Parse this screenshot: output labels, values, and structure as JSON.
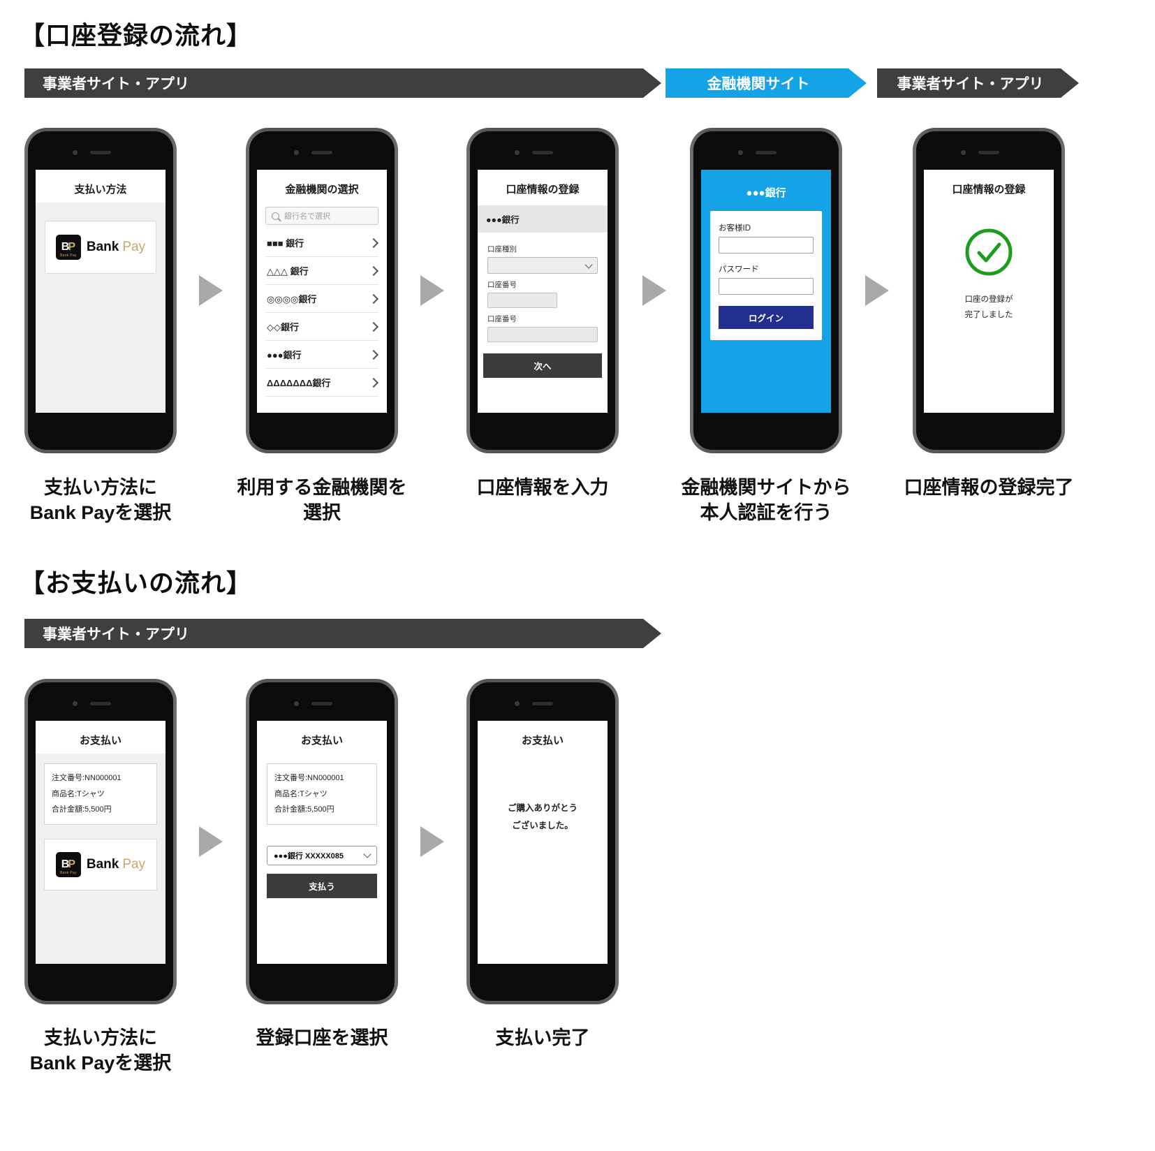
{
  "colors": {
    "banner_dark": "#3f3f3f",
    "banner_blue": "#14a3e6",
    "button_dark": "#3b3b3b",
    "login_navy": "#232f8e",
    "check_green": "#1e9c20",
    "bankpay_gold": "#c9a86d"
  },
  "bankpay_logo": {
    "mark_b": "B",
    "mark_p": "P",
    "mark_sub": "Bank Pay",
    "bank": "Bank",
    "pay": "Pay"
  },
  "registration": {
    "section_title": "【口座登録の流れ】",
    "banners": [
      {
        "label": "事業者サイト・アプリ"
      },
      {
        "label": "金融機関サイト"
      },
      {
        "label": "事業者サイト・アプリ"
      }
    ],
    "phone1": {
      "title": "支払い方法",
      "caption": "支払い方法に\nBank Payを選択"
    },
    "phone2": {
      "title": "金融機関の選択",
      "search_placeholder": "銀行名で選択",
      "banks": [
        "■■■ 銀行",
        "△△△ 銀行",
        "◎◎◎◎銀行",
        "◇◇銀行",
        "●●●銀行",
        "ΔΔΔΔΔΔΔ銀行"
      ],
      "caption": "利用する金融機関を\n選択"
    },
    "phone3": {
      "title": "口座情報の登録",
      "bank_name": "●●●銀行",
      "label_account_type": "口座種別",
      "label_account_number_1": "口座番号",
      "label_account_number_2": "口座番号",
      "next_button": "次へ",
      "caption": "口座情報を入力"
    },
    "phone4": {
      "bank_title": "●●●銀行",
      "label_customer_id": "お客様ID",
      "label_password": "パスワード",
      "login_button": "ログイン",
      "caption": "金融機関サイトから\n本人認証を行う"
    },
    "phone5": {
      "title": "口座情報の登録",
      "message": "口座の登録が\n完了しました",
      "caption": "口座情報の登録完了"
    }
  },
  "payment": {
    "section_title": "【お支払いの流れ】",
    "banner": {
      "label": "事業者サイト・アプリ"
    },
    "phone1": {
      "title": "お支払い",
      "order_lines": [
        "注文番号:NN000001",
        "商品名:Tシャツ",
        "合計金額:5,500円"
      ],
      "caption": "支払い方法に\nBank Payを選択"
    },
    "phone2": {
      "title": "お支払い",
      "order_lines": [
        "注文番号:NN000001",
        "商品名:Tシャツ",
        "合計金額:5,500円"
      ],
      "account_select": "●●●銀行 XXXXX085",
      "pay_button": "支払う",
      "caption": "登録口座を選択"
    },
    "phone3": {
      "title": "お支払い",
      "message": "ご購入ありがとう\nございました。",
      "caption": "支払い完了"
    }
  }
}
